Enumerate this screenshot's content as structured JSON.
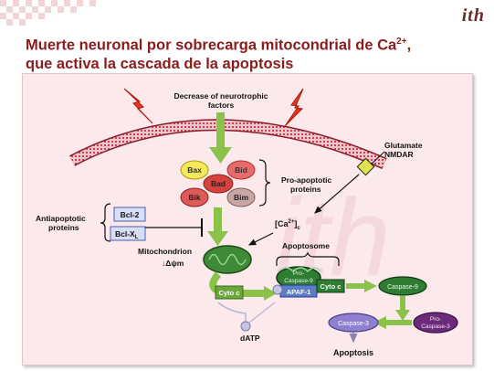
{
  "logo": "ith",
  "title": {
    "line1_text": "Muerte neuronal por sobrecarga mitocondrial de Ca",
    "line1_sup": "2+",
    "line1_end": ",",
    "line2": "que activa la cascada de la apoptosis"
  },
  "diagram": {
    "decrease_line1": "Decrease of neurotrophic",
    "decrease_line2": "factors",
    "glutamate_line1": "Glutamate",
    "glutamate_line2": "NMDAR",
    "bax": "Bax",
    "bid": "Bid",
    "bad": "Bad",
    "bik": "Bik",
    "bim": "Bim",
    "pro_apoptotic_line1": "Pro-apoptotic",
    "pro_apoptotic_line2": "proteins",
    "antiapoptotic_line1": "Antiapoptotic",
    "antiapoptotic_line2": "proteins",
    "bcl2": "Bcl-2",
    "bclxl_main": "Bcl-X",
    "bclxl_sub": "L",
    "ca_open": "[Ca",
    "ca_sup": "2+",
    "ca_close": "]",
    "ca_sub": "c",
    "mitochondrion": "Mitochondrion",
    "delta_psi": "↓Δψm",
    "apoptosome": "Apoptosome",
    "cyto_c_left": "Cyto c",
    "pro_caspase_line1": "Pro-",
    "pro_caspase_line2": "Caspase-9",
    "apaf1": "APAF-1",
    "cyto_c_right": "Cyto c",
    "caspase9": "Caspase-9",
    "pro_caspase3_line1": "Pro-",
    "pro_caspase3_line2": "Caspase-3",
    "caspase3": "Caspase-3",
    "datp": "dATP",
    "apoptosis": "Apoptosis"
  }
}
